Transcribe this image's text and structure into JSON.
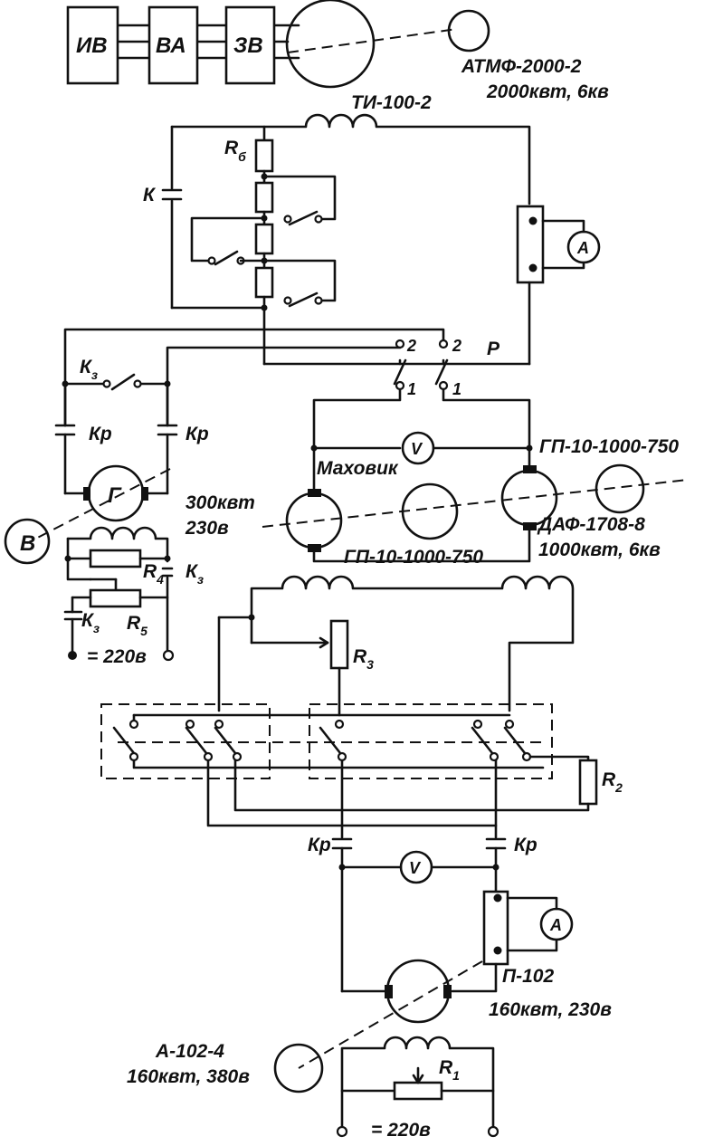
{
  "blocks": {
    "b1": "ИВ",
    "b2": "ВА",
    "b3": "ЗВ"
  },
  "motor_top": {
    "name": "АТМФ-2000-2",
    "rating": "2000квт, 6кв"
  },
  "reactor_top": "ТИ-100-2",
  "resistor_rb": {
    "main": "R",
    "sub": "б"
  },
  "contactor_k": "К",
  "ammeter": "A",
  "voltmeter": "V",
  "switch_p": "Р",
  "pos1": "1",
  "pos2": "2",
  "k3": {
    "main": "К",
    "sub": "з"
  },
  "kp": "Кр",
  "flywheel": "Маховик",
  "gen_right": "ГП-10-1000-750",
  "gen_left": "ГП-10-1000-750",
  "exciter": {
    "symbol": "Г",
    "rating1": "300квт",
    "rating2": "230в"
  },
  "motor_right": {
    "name": "ДАФ-1708-8",
    "rating": "1000квт, 6кв"
  },
  "motor_b": "В",
  "r4": {
    "main": "R",
    "sub": "4"
  },
  "r5": {
    "main": "R",
    "sub": "5"
  },
  "r3": {
    "main": "R",
    "sub": "3"
  },
  "r2": {
    "main": "R",
    "sub": "2"
  },
  "r1": {
    "main": "R",
    "sub": "1"
  },
  "supply": "= 220в",
  "motor_bottom": {
    "name": "П-102",
    "rating": "160квт, 230в"
  },
  "async_bottom": {
    "name": "А-102-4",
    "rating": "160квт, 380в"
  }
}
